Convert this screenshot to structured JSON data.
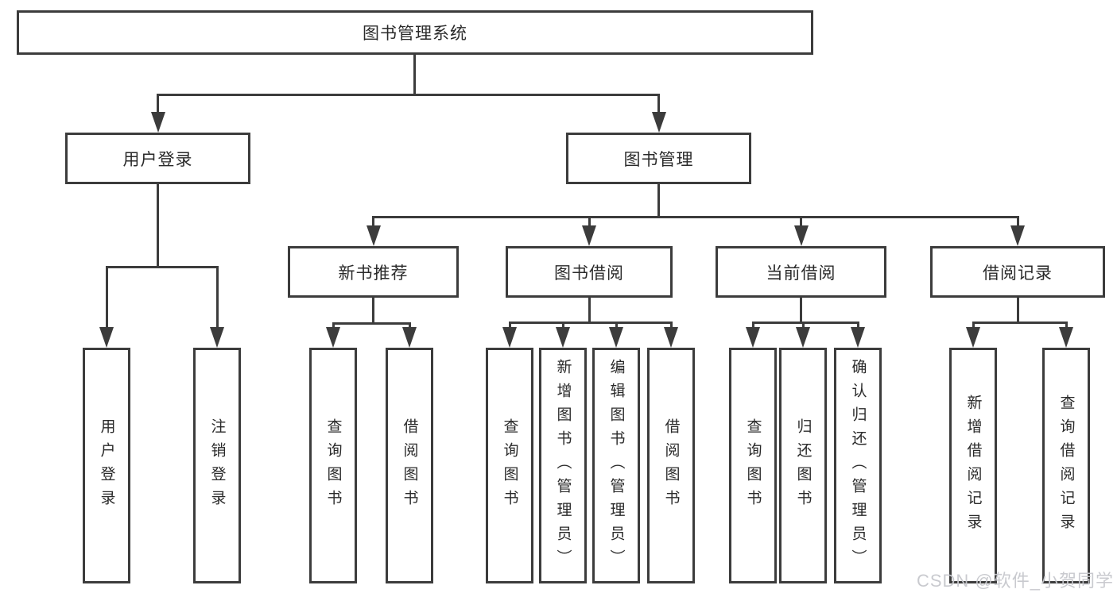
{
  "diagram": {
    "tree": {
      "root": {
        "label": "图书管理系统"
      },
      "level2": [
        {
          "label": "用户登录",
          "children": [
            {
              "label": "用户登录"
            },
            {
              "label": "注销登录"
            }
          ]
        },
        {
          "label": "图书管理",
          "children": [
            {
              "label": "新书推荐",
              "children": [
                {
                  "label": "查询图书"
                },
                {
                  "label": "借阅图书"
                }
              ]
            },
            {
              "label": "图书借阅",
              "children": [
                {
                  "label": "查询图书"
                },
                {
                  "label": "新增图书（管理员）"
                },
                {
                  "label": "编辑图书（管理员）"
                },
                {
                  "label": "借阅图书"
                }
              ]
            },
            {
              "label": "当前借阅",
              "children": [
                {
                  "label": "查询图书"
                },
                {
                  "label": "归还图书"
                },
                {
                  "label": "确认归还（管理员）"
                }
              ]
            },
            {
              "label": "借阅记录",
              "children": [
                {
                  "label": "新增借阅记录"
                },
                {
                  "label": "查询借阅记录"
                }
              ]
            }
          ]
        }
      ]
    },
    "watermark": {
      "text": "CSDN @软件_小贺同学"
    },
    "colors": {
      "line": "#3c3c3c",
      "text": "#2a2a2a",
      "watermark": "#c7c8cd",
      "background": "#ffffff"
    }
  }
}
